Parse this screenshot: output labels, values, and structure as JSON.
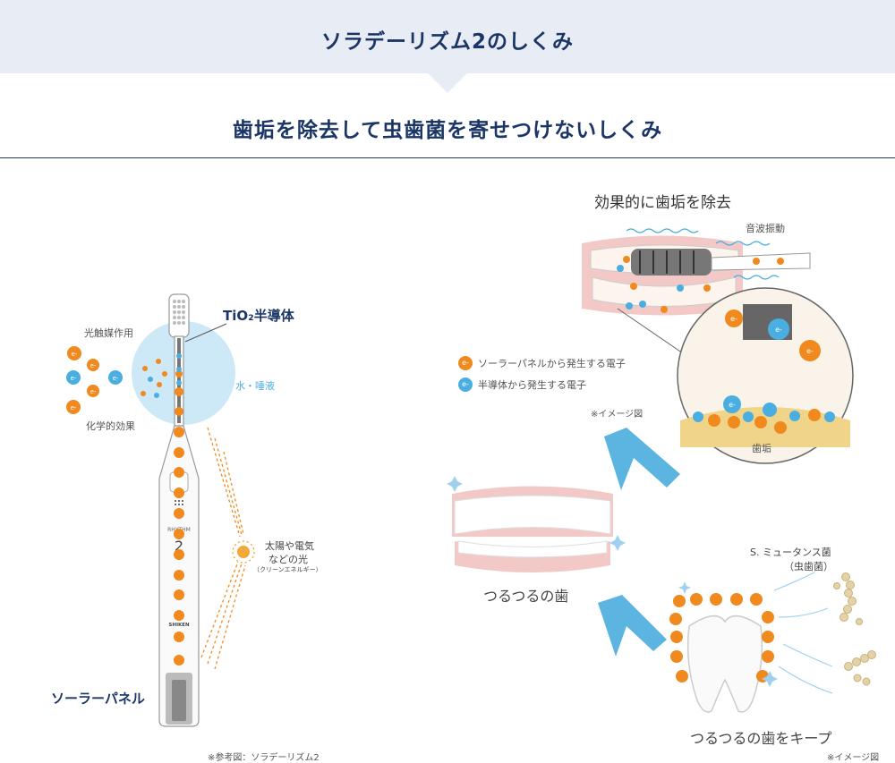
{
  "header": {
    "title": "ソラデーリズム2のしくみ"
  },
  "subtitle": "歯垢を除去して虫歯菌を寄せつけないしくみ",
  "left": {
    "photocatalyst_label": "光触媒作用",
    "chemical_label": "化学的効果",
    "semiconductor_label": "TiO₂半導体",
    "water_label": "水・唾液",
    "light_label_1": "太陽や電気",
    "light_label_2": "などの光",
    "light_label_3": "（クリーンエネルギー）",
    "solar_panel_label": "ソーラーパネル",
    "brush_brand": "RHYTHM",
    "brush_model": "2",
    "brush_maker": "SHIKEN",
    "reference_note": "※参考図：ソラデーリズム2"
  },
  "right": {
    "effective_title": "効果的に歯垢を除去",
    "sonic_label": "音波振動",
    "legend_solar": "ソーラーパネルから発生する電子",
    "legend_semi": "半導体から発生する電子",
    "image_note_1": "※イメージ図",
    "plaque_label": "歯垢",
    "smooth_teeth": "つるつるの歯",
    "mutans_1": "S. ミュータンス菌",
    "mutans_2": "（虫歯菌）",
    "keep_label": "つるつるの歯をキープ",
    "image_note_2": "※イメージ図",
    "electron_symbol": "e-"
  },
  "colors": {
    "navy": "#1b3566",
    "orange_electron": "#f0891e",
    "blue_electron": "#4aaee0",
    "arrow_blue": "#5cb4e0",
    "header_bg": "#e8edf5",
    "gum_pink": "#f2c9c6"
  }
}
